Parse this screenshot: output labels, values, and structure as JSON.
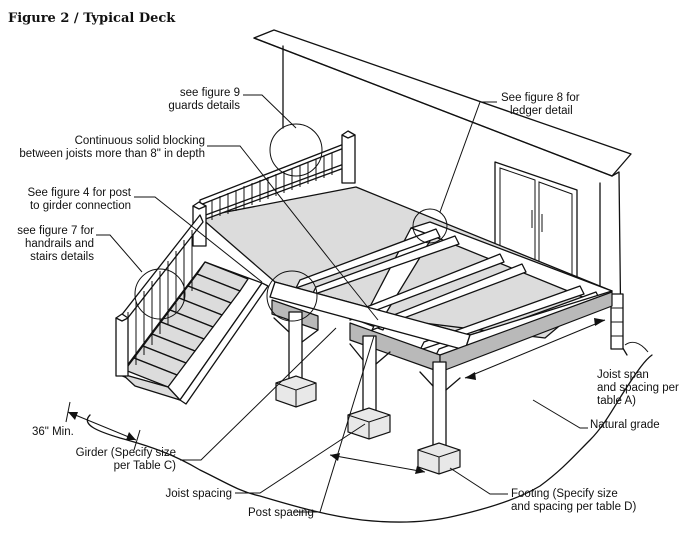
{
  "figure_title": "Figure 2 / Typical Deck",
  "callouts": {
    "guards": [
      "see figure 9",
      "guards details"
    ],
    "blocking": [
      "Continuous solid blocking",
      "between joists more than 8\" in depth"
    ],
    "post_connection": [
      "See figure 4 for post",
      "to girder connection"
    ],
    "handrails": [
      "see figure 7 for",
      "handrails and",
      "stairs details"
    ],
    "ledger": [
      "See figure 8 for",
      "ledger detail"
    ],
    "min_width": "36\" Min.",
    "girder": [
      "Girder (Specify size",
      "per Table C)"
    ],
    "joist_span": [
      "Joist span",
      "and spacing per",
      "table A)"
    ],
    "natural_grade": "Natural grade",
    "joist_spacing": "Joist spacing",
    "footing": [
      "Footing (Specify size",
      "and spacing per table D)"
    ],
    "post_spacing": "Post spacing"
  }
}
